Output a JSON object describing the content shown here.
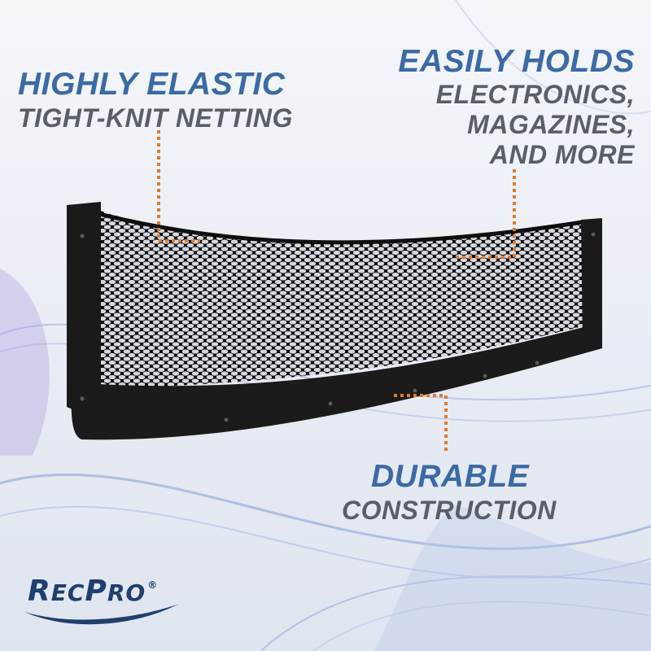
{
  "colors": {
    "headline": "#3b6aa6",
    "subtext": "#5a5e66",
    "leader": "#e07b2a",
    "frame": "#1a1a1a",
    "brand": "#1f3f6f"
  },
  "callouts": [
    {
      "headline": "HIGHLY ELASTIC",
      "sub_lines": [
        "TIGHT-KNIT NETTING"
      ]
    },
    {
      "headline": "EASILY HOLDS",
      "sub_lines": [
        "ELECTRONICS,",
        "MAGAZINES,",
        "AND MORE"
      ]
    },
    {
      "headline": "DURABLE",
      "sub_lines": [
        "CONSTRUCTION"
      ]
    }
  ],
  "brand": {
    "logo_text": "RecPro",
    "registered_mark": "®"
  },
  "product": {
    "name": "storage net with black frame",
    "icon": "netting-frame"
  }
}
